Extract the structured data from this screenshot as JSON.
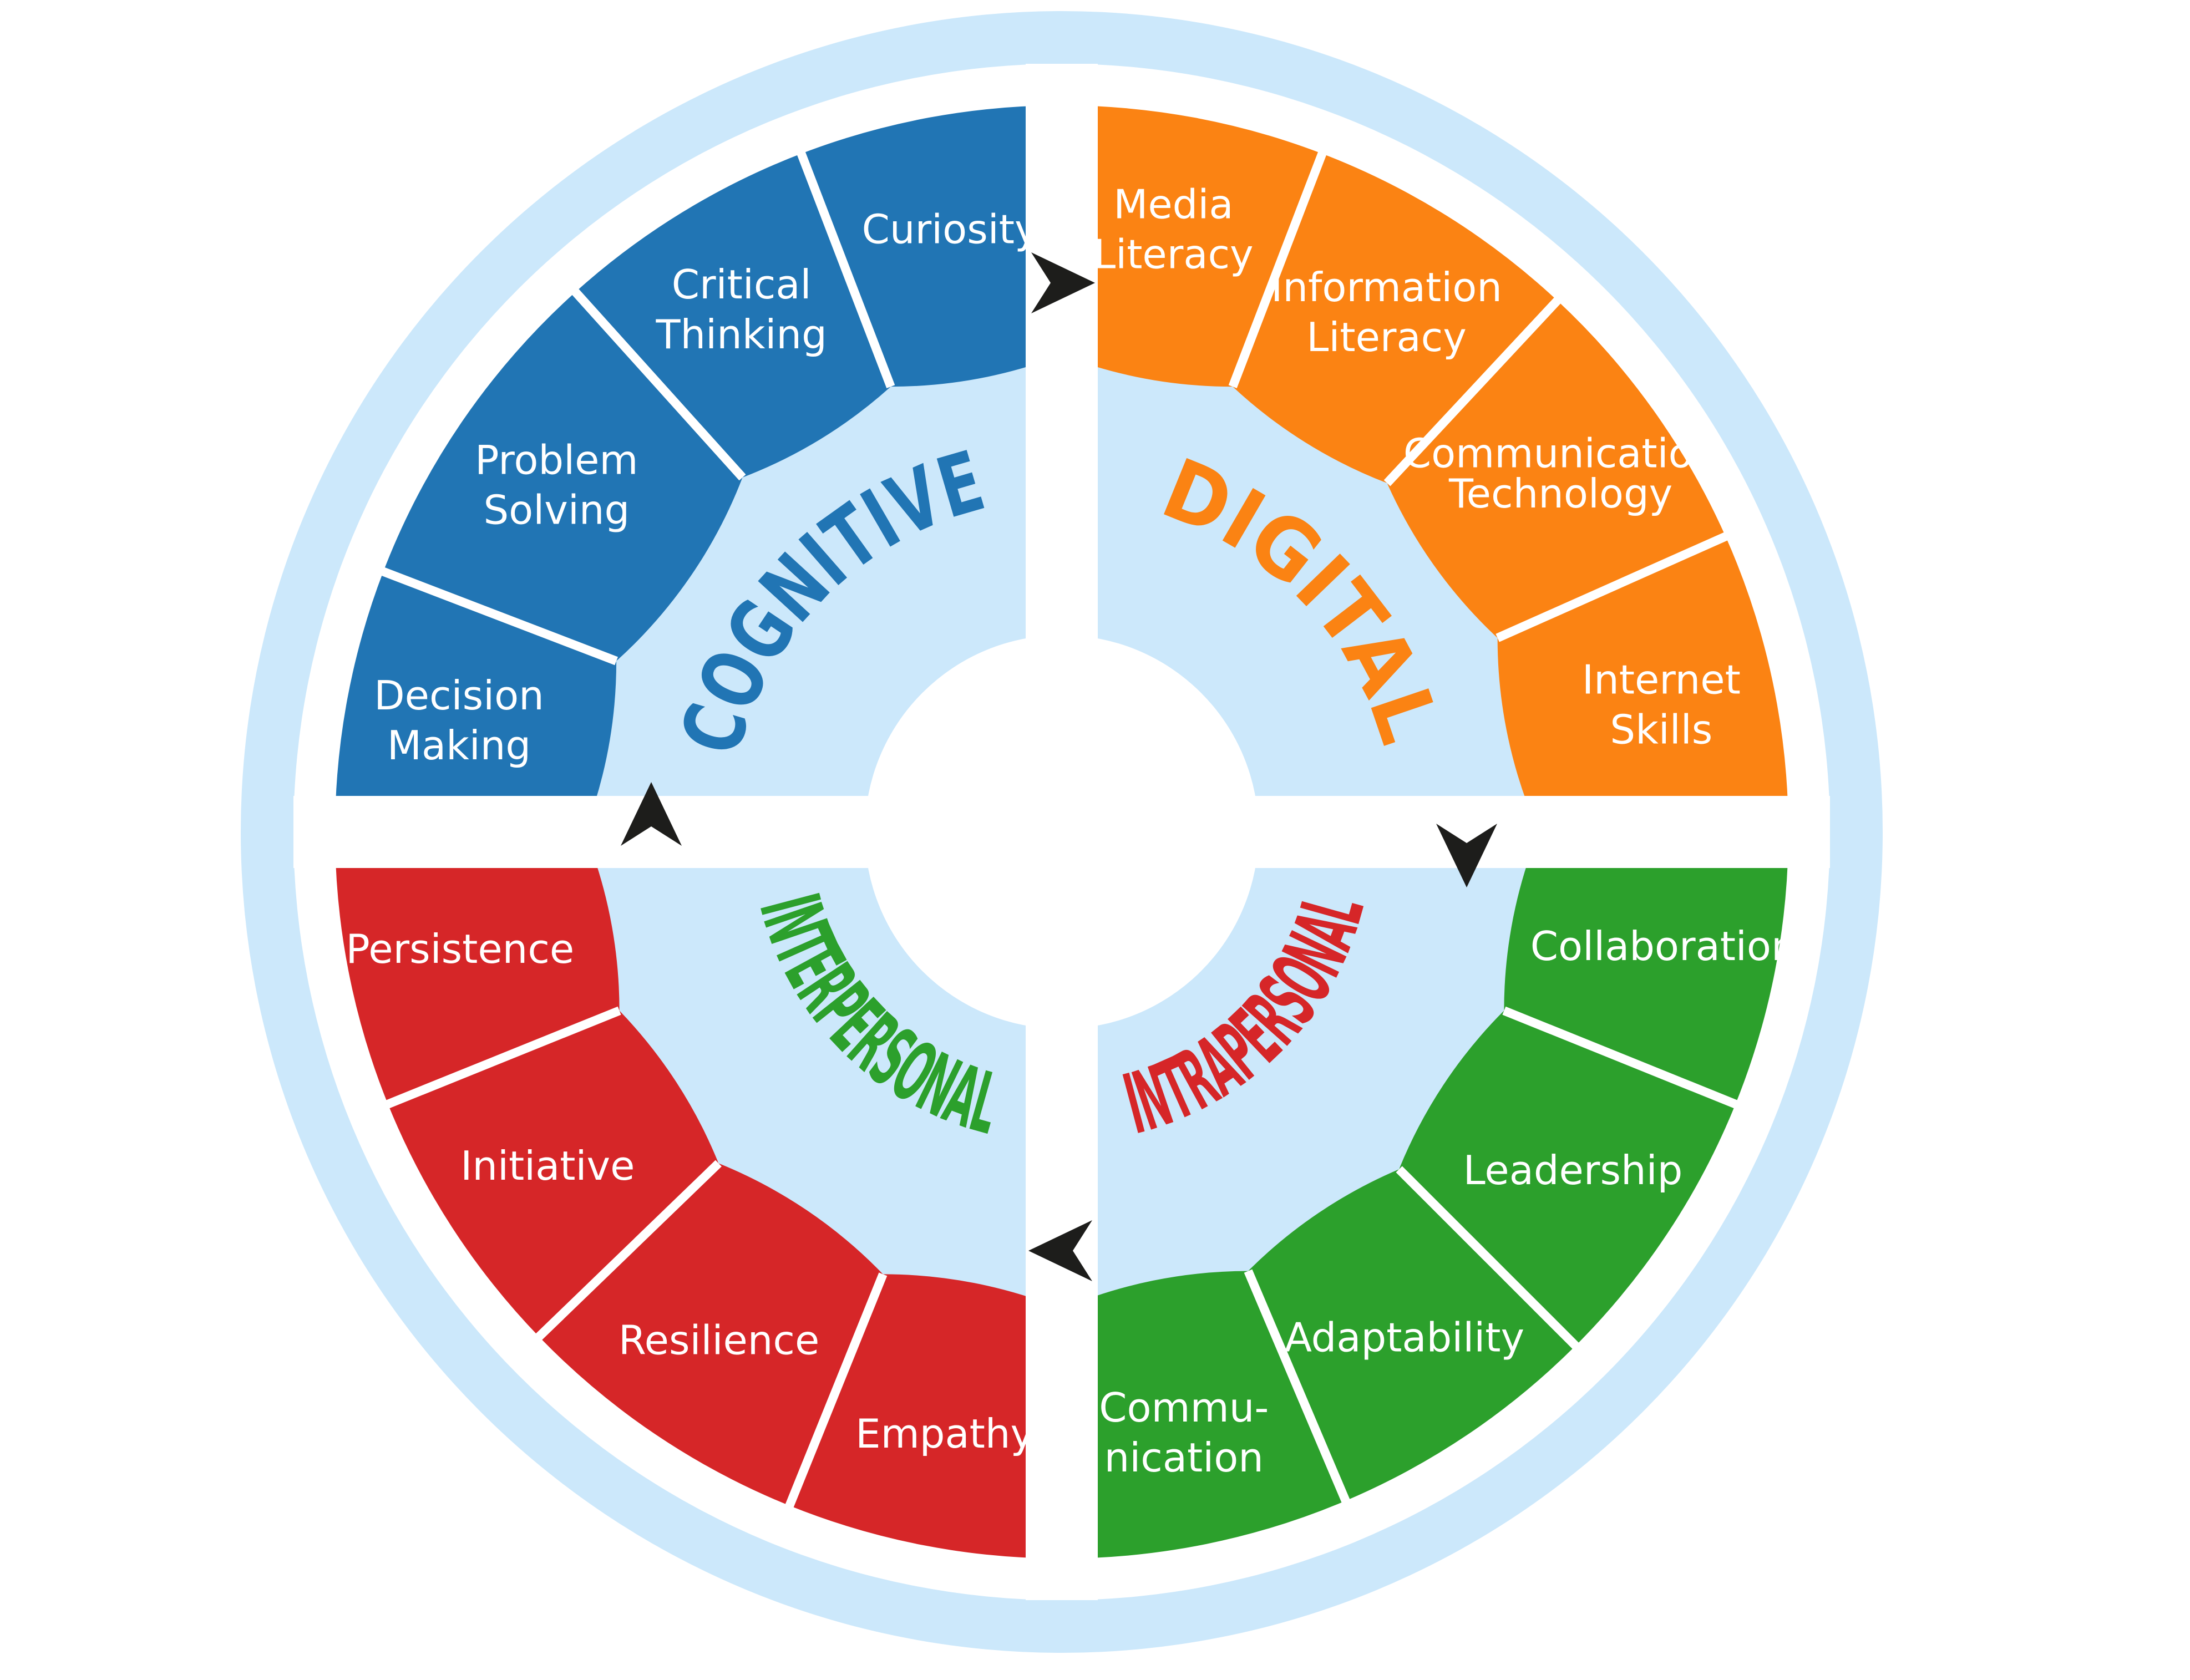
{
  "colors": {
    "ring": "#cce8fb",
    "divider": "#ffffff",
    "arrow": "#1d1d1b"
  },
  "quadrants": [
    {
      "key": "cognitive",
      "title": "COGNITIVE",
      "color": "#2175b4",
      "segments": [
        {
          "lines": [
            "Decision",
            "Making"
          ]
        },
        {
          "lines": [
            "Problem",
            "Solving"
          ]
        },
        {
          "lines": [
            "Critical",
            "Thinking"
          ]
        },
        {
          "lines": [
            "Curiosity"
          ]
        }
      ]
    },
    {
      "key": "digital",
      "title": "DIGITAL",
      "color": "#fb8313",
      "segments": [
        {
          "lines": [
            "Media",
            "Literacy"
          ]
        },
        {
          "lines": [
            "Information",
            "Literacy"
          ]
        },
        {
          "lines": [
            "Communication",
            "Technology"
          ]
        },
        {
          "lines": [
            "Internet",
            "Skills"
          ]
        }
      ]
    },
    {
      "key": "interpersonal",
      "title": "INTERPERSONAL",
      "color": "#2ca02c",
      "segments": [
        {
          "lines": [
            "Collaboration"
          ]
        },
        {
          "lines": [
            "Leadership"
          ]
        },
        {
          "lines": [
            "Adaptability"
          ]
        },
        {
          "lines": [
            "Commu-",
            "nication"
          ]
        }
      ]
    },
    {
      "key": "intrapersonal",
      "title": "INTRAPERSONAL",
      "color": "#d62628",
      "segments": [
        {
          "lines": [
            "Empathy"
          ]
        },
        {
          "lines": [
            "Resilience"
          ]
        },
        {
          "lines": [
            "Initiative"
          ]
        },
        {
          "lines": [
            "Persistence"
          ]
        }
      ]
    }
  ]
}
